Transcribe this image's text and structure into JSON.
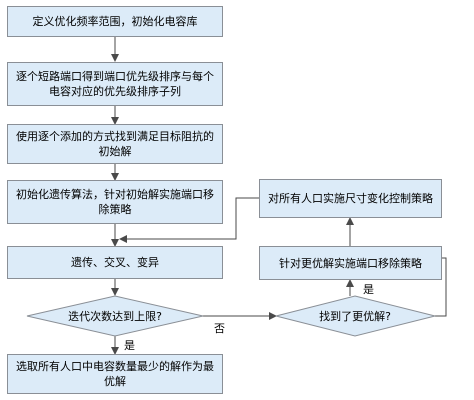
{
  "nodes": {
    "define_range": "定义优化频率范围，初始化电容库",
    "port_priority": "逐个短路端口得到端口优先级排序与每个电容对应的优先级排序子列",
    "initial_solution": "使用逐个添加的方式找到满足目标阻抗的初始解",
    "init_ga": "初始化遗传算法，针对初始解实施端口移除策略",
    "genetic_ops": "遗传、交叉、变异",
    "iteration_check": "迭代次数达到上限?",
    "select_best": "选取所有人口中电容数量最少的解作为最优解",
    "better_check": "找到了更优解?",
    "port_removal_better": "针对更优解实施端口移除策略",
    "size_change": "对所有人口实施尺寸变化控制策略"
  },
  "edge_labels": {
    "iteration_yes": "是",
    "iteration_no": "否",
    "better_yes": "是"
  }
}
